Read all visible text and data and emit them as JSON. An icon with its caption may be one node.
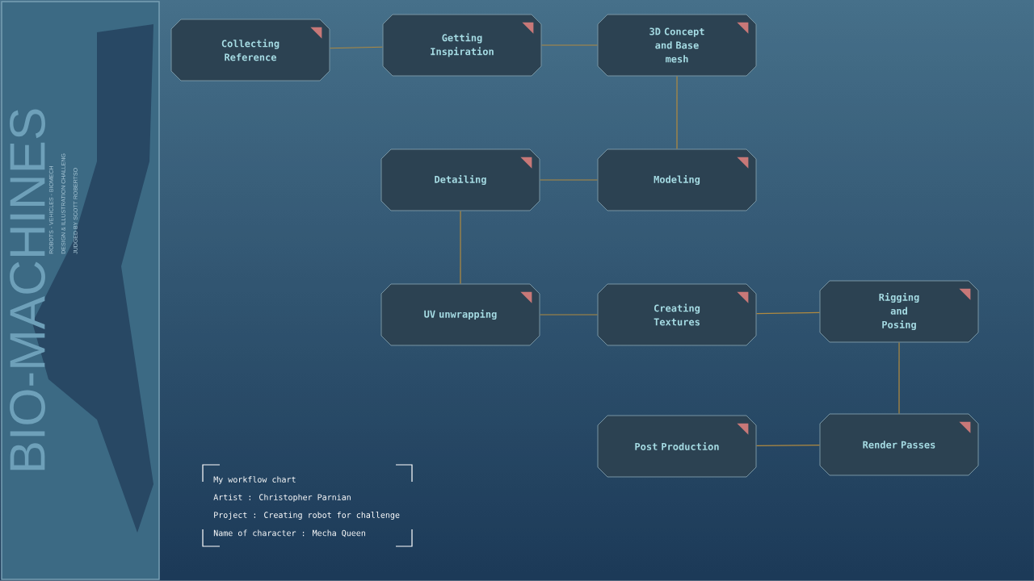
{
  "diagram": {
    "nodes": [
      {
        "text": [
          "Collecting Reference"
        ]
      },
      {
        "text": [
          "Getting Inspiration"
        ]
      },
      {
        "text": [
          "3D Concept and Base mesh"
        ]
      },
      {
        "text": [
          "Detailing"
        ]
      },
      {
        "text": [
          "Modeling"
        ]
      },
      {
        "text": [
          "UV unwrapping"
        ]
      },
      {
        "text": [
          "Creating Textures"
        ]
      },
      {
        "text": [
          "Rigging and Posing"
        ]
      },
      {
        "text": [
          "Post Production"
        ]
      },
      {
        "text": [
          "Render Passes"
        ]
      }
    ],
    "edges": [
      {
        "from": 0,
        "to": 1,
        "arrow": "none"
      },
      {
        "from": 1,
        "to": 2,
        "arrow": "none"
      },
      {
        "from": 2,
        "to": 4,
        "arrow": "none"
      },
      {
        "from": 4,
        "to": 3,
        "arrow": "none"
      },
      {
        "from": 3,
        "to": 5,
        "arrow": "none"
      },
      {
        "from": 5,
        "to": 6,
        "arrow": "none"
      },
      {
        "from": 6,
        "to": 7,
        "arrow": "none"
      },
      {
        "from": 7,
        "to": 9,
        "arrow": "none"
      },
      {
        "from": 9,
        "to": 8,
        "arrow": "none"
      }
    ],
    "labels": [
      "BIO-MACHINES",
      "ROBOTS - VEHICLES - BIOMECH",
      "DESIGN & ILLUSTRATION CHALLENG",
      "JUDGED BY SCOTT ROBERTSO",
      "My workflow chart",
      "Artist : Christopher Parnian",
      "Project : Creating robot for challenge",
      "Name of character : Mecha Queen"
    ]
  }
}
